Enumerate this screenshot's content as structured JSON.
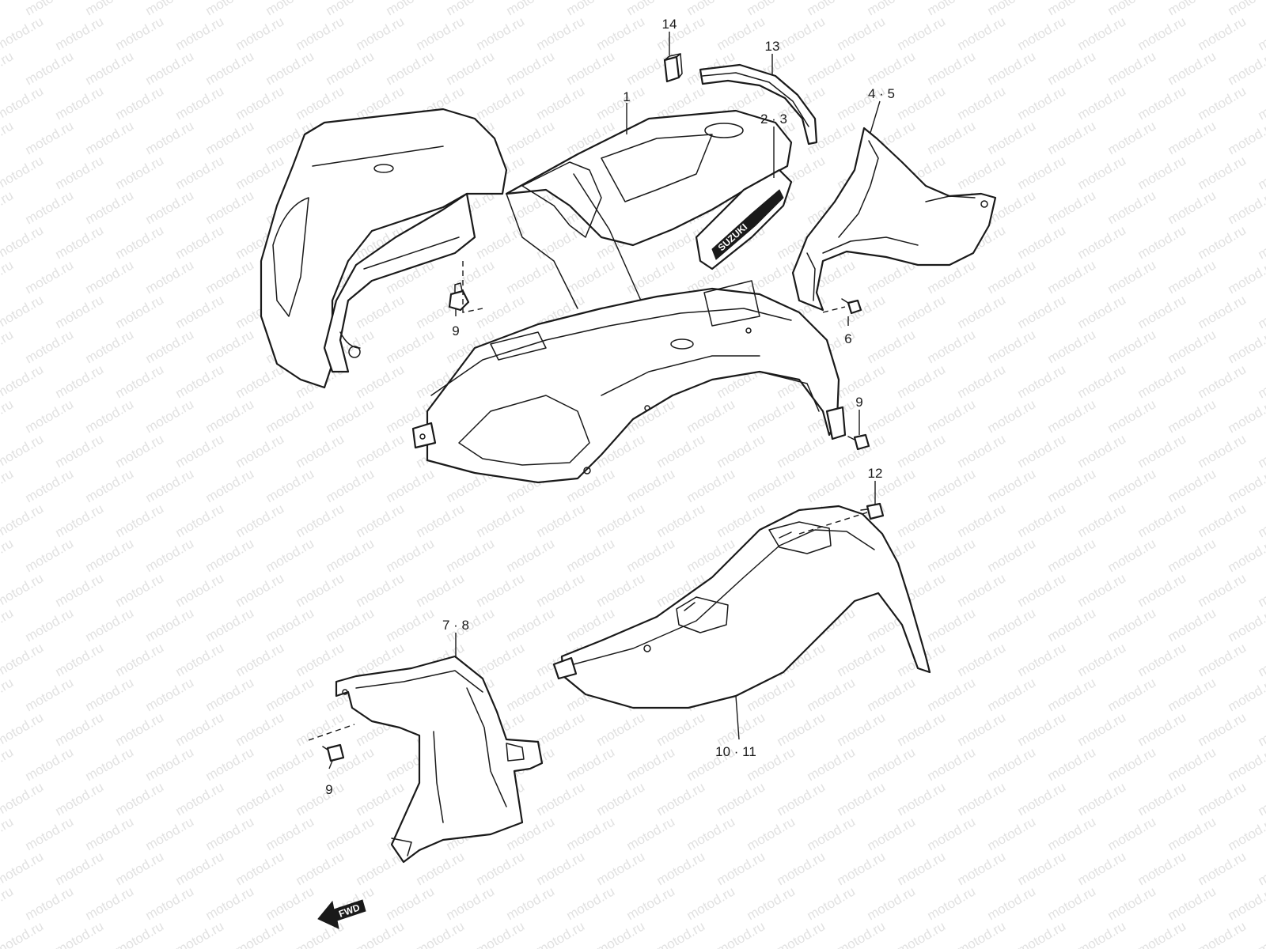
{
  "watermark": {
    "text": "motod.ru"
  },
  "callouts": {
    "c14": "14",
    "c13": "13",
    "c1": "1",
    "c2_3": "2 · 3",
    "c4_5": "4 · 5",
    "c9_a": "9",
    "c6": "6",
    "c9_b": "9",
    "c12": "12",
    "c7_8": "7 · 8",
    "c10_11": "10 · 11",
    "c9_c": "9"
  },
  "badges": {
    "fwd": "FWD",
    "logo": "SUZUKI"
  }
}
